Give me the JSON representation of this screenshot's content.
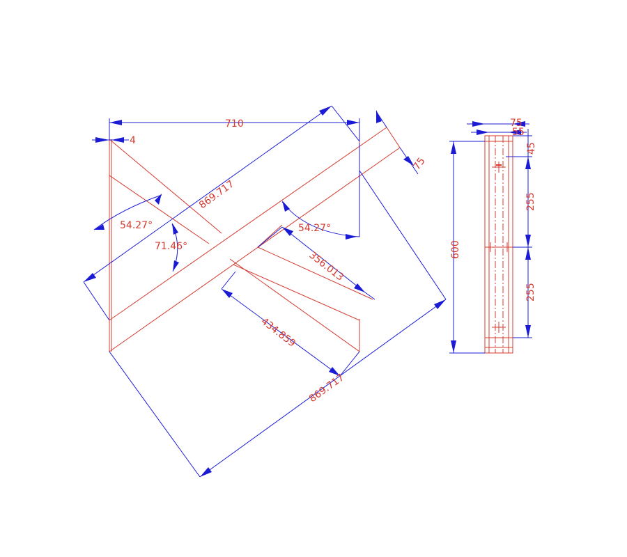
{
  "drawing": {
    "colors": {
      "part": "#d43a2f",
      "dimension": "#1b1bd6",
      "background": "#ffffff"
    },
    "front_view": {
      "dim_width": "710",
      "dim_offset": "4",
      "dim_brace_length_upper": "869.717",
      "dim_brace_length_lower": "869.717",
      "dim_brace_width": "75",
      "angle_left": "54.27°",
      "angle_right": "54.27°",
      "angle_cross": "71.46°",
      "dim_segment_short": "356.013",
      "dim_segment_long": "434.859"
    },
    "side_view": {
      "dim_outer_width": "75",
      "dim_inner_width": "55",
      "dim_top_offset": "45",
      "dim_height": "600",
      "dim_spacing_upper": "255",
      "dim_spacing_lower": "255"
    }
  }
}
